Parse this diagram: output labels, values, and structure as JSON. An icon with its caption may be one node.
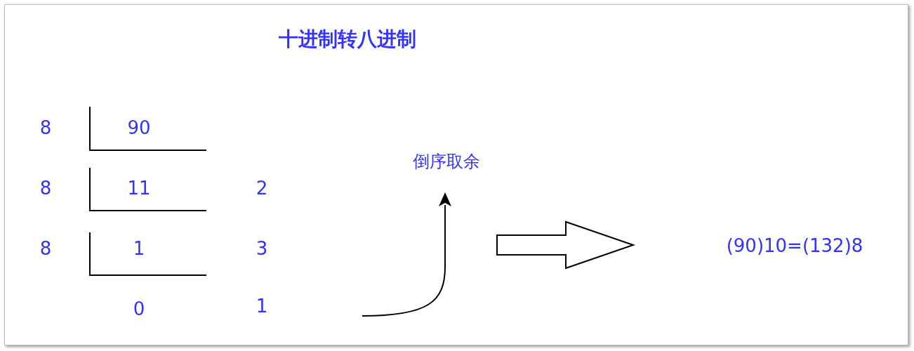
{
  "diagram": {
    "title": "十进制转八进制",
    "labels": [
      "8",
      "90",
      "8",
      "11",
      "2",
      "8",
      "1",
      "3",
      "0",
      "1",
      "倒序取余",
      "(90)10=(132)8"
    ]
  }
}
